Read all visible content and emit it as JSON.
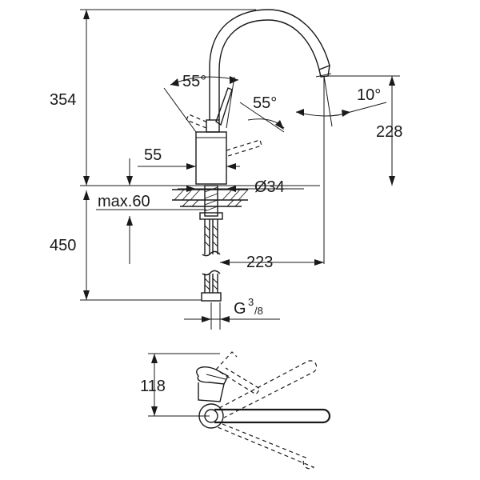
{
  "dimensions": {
    "total_height": "354",
    "spout_height": "228",
    "spout_tilt": "10°",
    "lever_angle_top": "55°",
    "lever_angle_side": "55°",
    "lever_offset": "55",
    "deck_thickness_max": "max.60",
    "body_diameter": "Ø34",
    "hose_length": "450",
    "spout_reach": "223",
    "thread_prefix": "G",
    "thread_numerator": "3",
    "thread_denominator": "/8",
    "plan_depth": "118"
  }
}
